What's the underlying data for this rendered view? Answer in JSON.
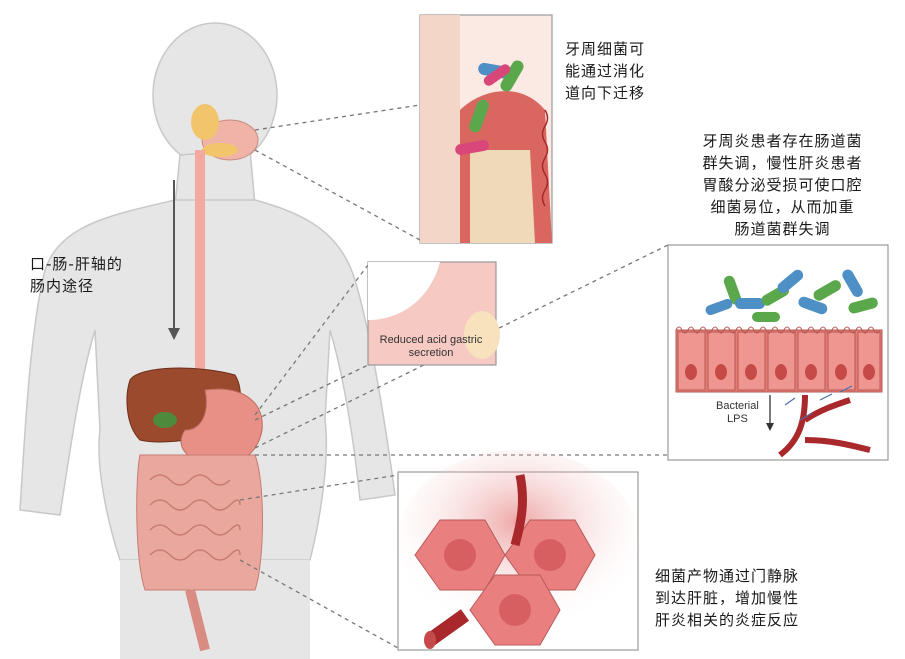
{
  "texts": {
    "periodontal_migration": [
      "牙周细菌可",
      "能通过消化",
      "道向下迁移"
    ],
    "dysbiosis": [
      "牙周炎患者存在肠道菌",
      "群失调，慢性肝炎患者",
      "胃酸分泌受损可使口腔",
      "细菌易位，从而加重",
      "肠道菌群失调"
    ],
    "axis_pathway": [
      "口-肠-肝轴的",
      "肠内途径"
    ],
    "liver_inflammation": [
      "细菌产物通过门静脉",
      "到达肝脏，增加慢性",
      "肝炎相关的炎症反应"
    ],
    "reduced_acid": [
      "Reduced acid gastric",
      "secretion"
    ],
    "bacterial_lps": [
      "Bacterial",
      "LPS"
    ]
  },
  "colors": {
    "body": "#e6e6e6",
    "body_edge": "#c8c8c8",
    "esophagus": "#f2a9a0",
    "liver": "#9c4a2e",
    "stomach": "#e88f86",
    "intestine": "#e9a79e",
    "bacteria_green": "#5aa84b",
    "bacteria_blue": "#4e8fc6",
    "bacteria_pink": "#d9477a",
    "tissue": "#e87b74",
    "cell": "#ef9691",
    "vessel": "#a8282b",
    "hepatocyte": "#e9807f",
    "dashed": "#777777"
  }
}
